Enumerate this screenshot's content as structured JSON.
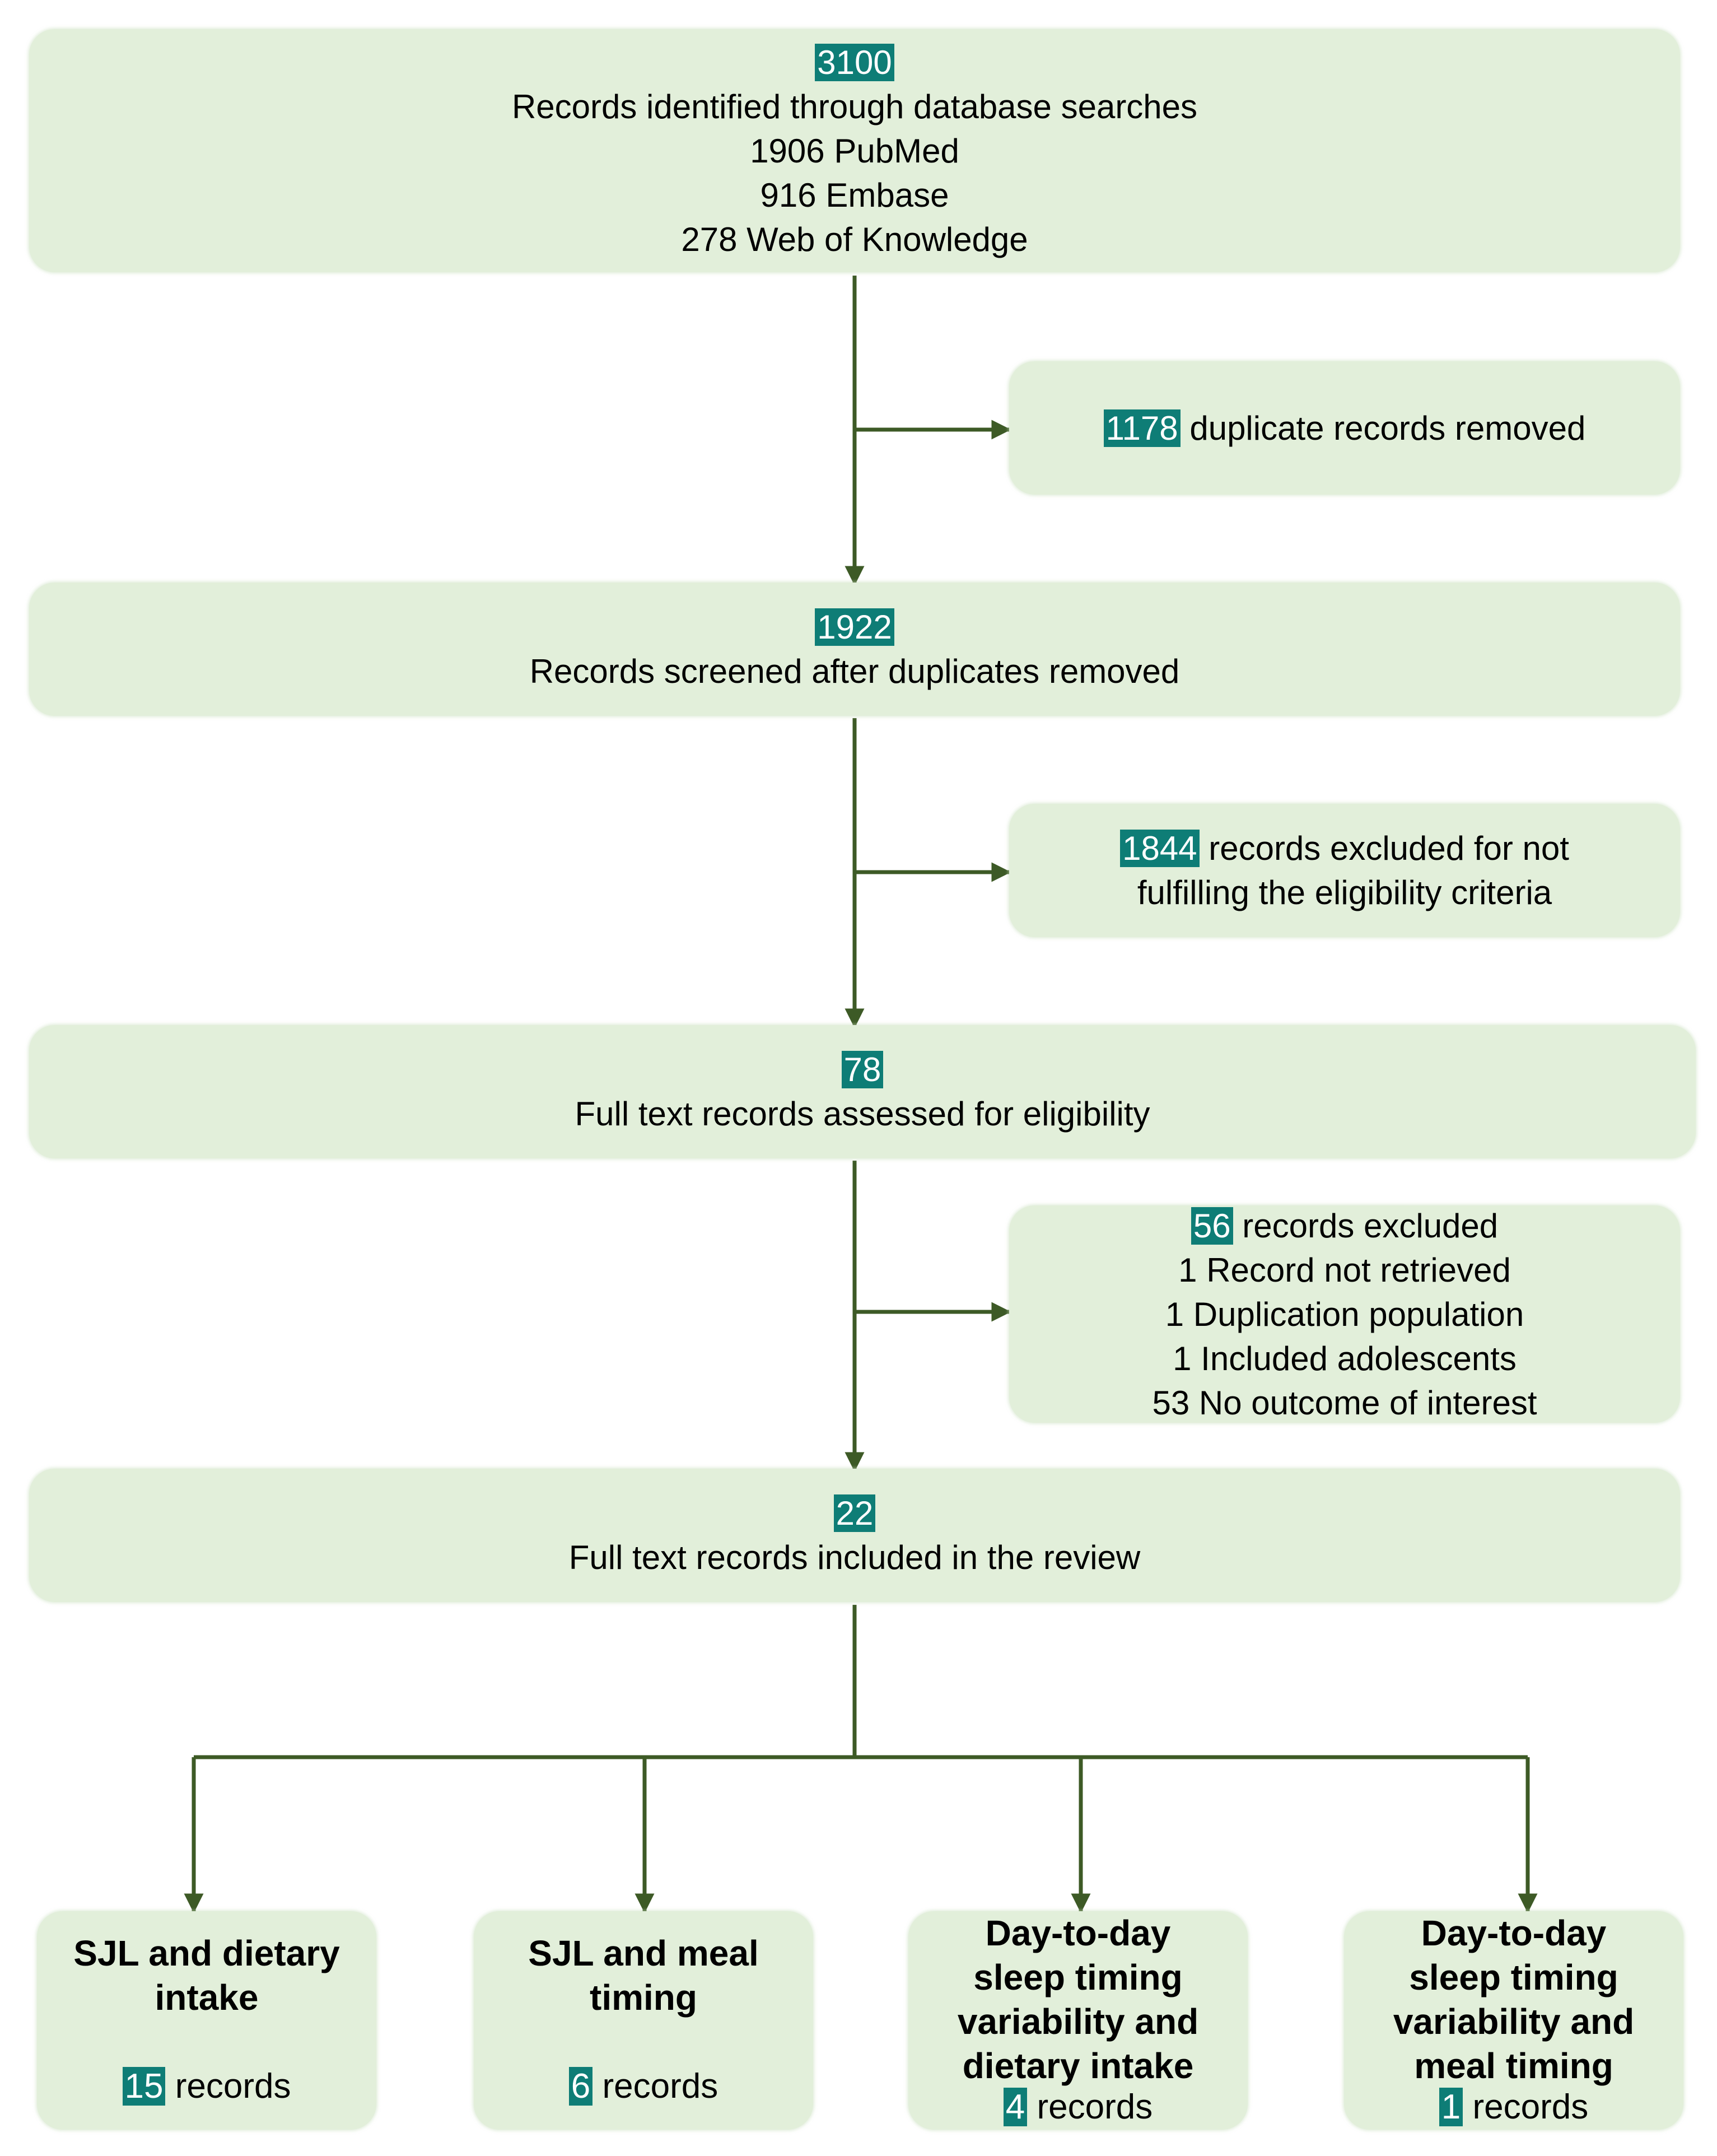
{
  "colors": {
    "box_fill": "#e2efda",
    "badge": "#0e7d76",
    "arrow": "#3d5a26"
  },
  "identified": {
    "count": "3100",
    "label": "Records identified through database searches",
    "sources": [
      "1906 PubMed",
      "916 Embase",
      "278 Web of Knowledge"
    ]
  },
  "duplicates": {
    "count": "1178",
    "label": "duplicate records removed"
  },
  "screened": {
    "count": "1922",
    "label": "Records screened after duplicates removed"
  },
  "excluded_screen": {
    "count": "1844",
    "label_line1": "records excluded for not",
    "label_line2": "fulfilling the eligibility criteria"
  },
  "fulltext": {
    "count": "78",
    "label": "Full text records assessed for eligibility"
  },
  "excluded_fulltext": {
    "count": "56",
    "label": "records excluded",
    "reasons": [
      "1 Record not retrieved",
      "1 Duplication population",
      "1 Included adolescents",
      "53 No outcome of interest"
    ]
  },
  "included": {
    "count": "22",
    "label": "Full text records included in the review"
  },
  "categories": [
    {
      "title_lines": [
        "SJL and dietary",
        "intake"
      ],
      "count": "15",
      "unit": "records"
    },
    {
      "title_lines": [
        "SJL and meal",
        "timing"
      ],
      "count": "6",
      "unit": "records"
    },
    {
      "title_lines": [
        "Day-to-day",
        "sleep timing",
        "variability and",
        "dietary intake"
      ],
      "count": "4",
      "unit": "records"
    },
    {
      "title_lines": [
        "Day-to-day",
        "sleep timing",
        "variability and",
        "meal timing"
      ],
      "count": "1",
      "unit": "records"
    }
  ]
}
